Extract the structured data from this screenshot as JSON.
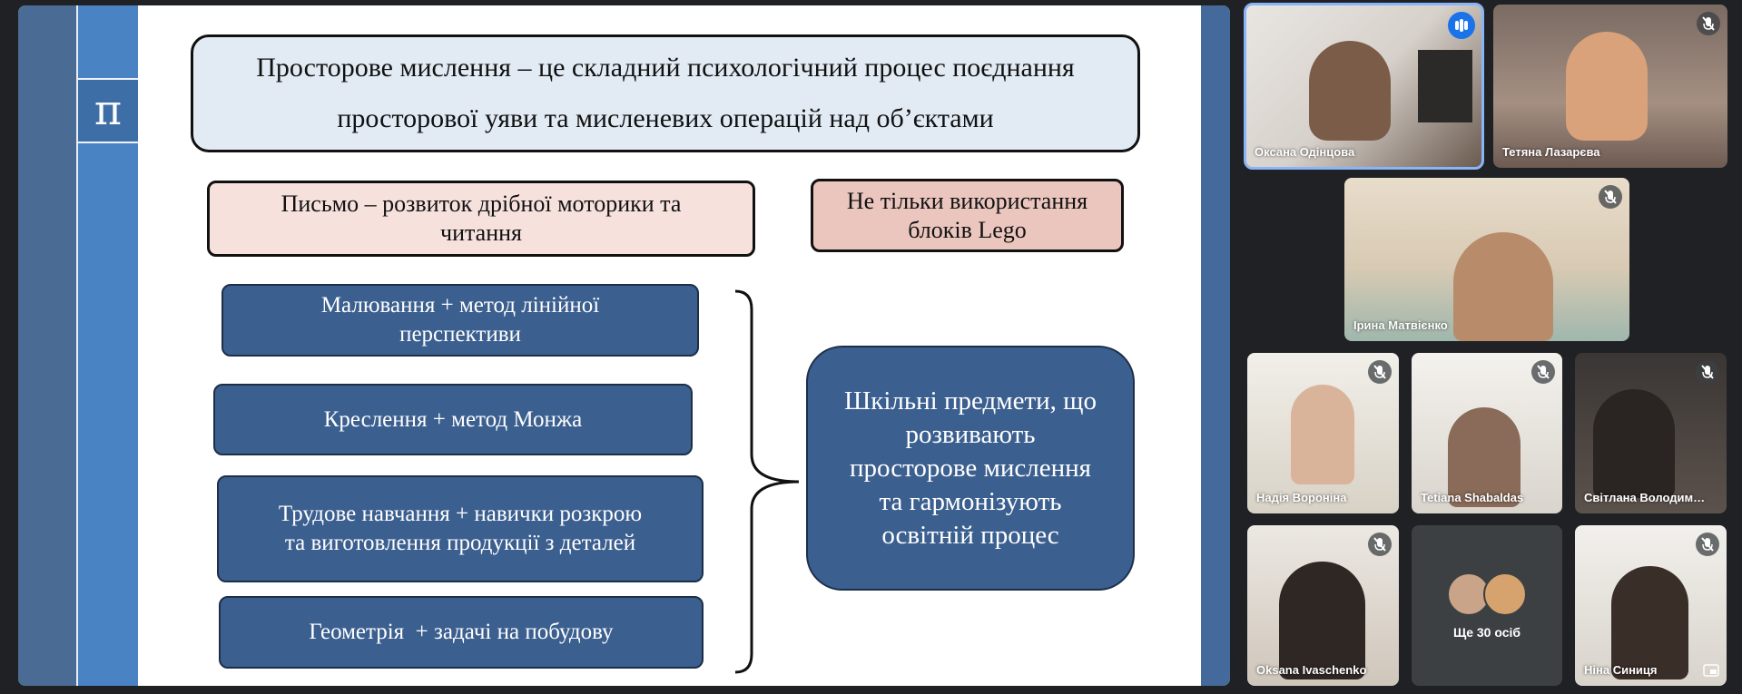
{
  "slide": {
    "pi_symbol": "π",
    "title_line1": "Просторове мислення – це складний психологічний процес поєднання",
    "title_line2": "просторової уяви та мисленевих операцій над об’єктами",
    "pink_left_line1": "Письмо – розвиток дрібної моторики та",
    "pink_left_line2": "читання",
    "pink_right_line1": "Не тільки використання",
    "pink_right_line2": "блоків Lego",
    "blue1_line1": "Малювання + метод лінійної",
    "blue1_line2": "перспективи",
    "blue2": "Креслення + метод Монжа",
    "blue3_line1": "Трудове навчання + навички розкрою",
    "blue3_line2": "та виготовлення продукції з деталей",
    "blue4": "Геометрія  + задачі на побудову",
    "summary_line1": "Шкільні предмети, що",
    "summary_line2": "розвивають",
    "summary_line3": "просторове мислення",
    "summary_line4": "та гармонізують",
    "summary_line5": "освітній процес"
  },
  "participants": [
    {
      "name": "Оксана Одінцова",
      "speaking": true
    },
    {
      "name": "Тетяна Лазарєва",
      "muted": true
    },
    {
      "name": "Ірина Матвієнко",
      "muted": true
    },
    {
      "name": "Надія Вороніна",
      "muted": true
    },
    {
      "name": "Tetiana Shabaldas",
      "muted": true
    },
    {
      "name": "Світлана Володим…",
      "muted": true
    },
    {
      "name": "Oksana Ivaschenko",
      "muted": true
    },
    {
      "name": "Ніна Синиця",
      "muted": true
    }
  ],
  "more": {
    "label": "Ще 30 осіб"
  },
  "colors": {
    "background": "#202124",
    "tile": "#3c4043",
    "active_outline": "#8ab4f8",
    "speaking_badge": "#1a73e8",
    "slide_blue_box": "#3b5f8f",
    "slide_title_box": "#e2ebf4",
    "slide_pink_light": "#f6e1dd",
    "slide_pink_dark": "#ebc6be"
  },
  "icons": {
    "muted": "mic-off-icon",
    "speaking": "audio-level-icon",
    "pin": "pin-icon"
  }
}
